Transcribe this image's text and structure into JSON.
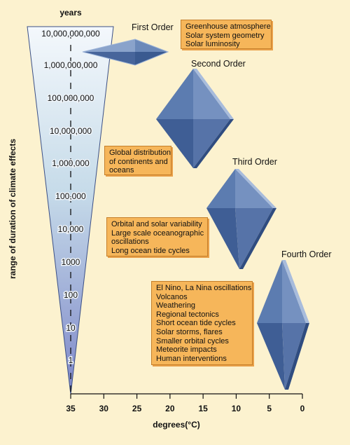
{
  "years_title": "years",
  "year_labels": [
    "10,000,000,000",
    "1,000,000,000",
    "100,000,000",
    "10,000,000",
    "1,000,000",
    "100,000",
    "10,000",
    "1000",
    "100",
    "10",
    "1"
  ],
  "y_axis_label": "range of duration of climate effects",
  "x_axis_label": "degrees(°C)",
  "x_ticks": [
    "35",
    "30",
    "25",
    "20",
    "15",
    "10",
    "5",
    "0"
  ],
  "orders": [
    {
      "title": "First Order",
      "effects": [
        "Greenhouse atmosphere",
        "Solar system geometry",
        "Solar luminosity"
      ]
    },
    {
      "title": "Second Order",
      "effects": [
        "Global distribution",
        "of continents and",
        "oceans"
      ]
    },
    {
      "title": "Third Order",
      "effects": [
        "Orbital and solar variability",
        "Large scale oceanographic",
        "oscillations",
        "Long ocean tide cycles"
      ]
    },
    {
      "title": "Fourth Order",
      "effects": [
        "El Nino, La Nina oscillations",
        "Volcanos",
        "Weathering",
        "Regional tectonics",
        "Short ocean tide cycles",
        "Solar storms, flares",
        "Smaller orbital cycles",
        "Meteorite impacts",
        "Human interventions"
      ]
    }
  ],
  "colors": {
    "background": "#fcf2cf",
    "box": "#f6b65a",
    "diamond": "#5676aa",
    "wedge_top": "#f4f8fc",
    "wedge_bottom": "#7d86c8"
  }
}
